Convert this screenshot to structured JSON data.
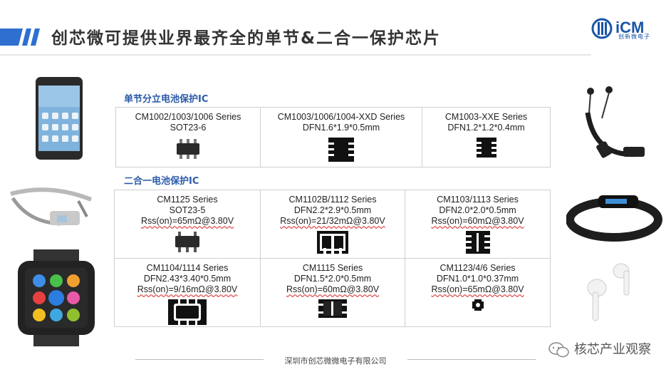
{
  "header": {
    "title": "创芯微可提供业界最齐全的单节&二合一保护芯片",
    "logo_text": "iCM",
    "logo_subtitle": "创新微电子"
  },
  "single_section": {
    "heading": "单节分立电池保护IC",
    "cells": [
      {
        "name": "CM1002/1003/1006 Series",
        "package": "SOT23-6",
        "chip": "sot23-6"
      },
      {
        "name": "CM1003/1006/1004-XXD Series",
        "package": "DFN1.6*1.9*0.5mm",
        "chip": "dfn-large"
      },
      {
        "name": "CM1003-XXE Series",
        "package": "DFN1.2*1.2*0.4mm",
        "chip": "dfn-small"
      }
    ]
  },
  "combo_section": {
    "heading": "二合一电池保护IC",
    "rows": [
      [
        {
          "name": "CM1125 Series",
          "package": "SOT23-5",
          "rss": "Rss(on)=65mΩ@3.80V",
          "chip": "sot23-5"
        },
        {
          "name": "CM1102B/1112 Series",
          "package": "DFN2.2*2.9*0.5mm",
          "rss": "Rss(on)=21/32mΩ@3.80V",
          "chip": "dfn-wide"
        },
        {
          "name": "CM1103/1113 Series",
          "package": "DFN2.0*2.0*0.5mm",
          "rss": "Rss(on)=60mΩ@3.80V",
          "chip": "dfn-square"
        }
      ],
      [
        {
          "name": "CM1104/1114 Series",
          "package": "DFN2.43*3.40*0.5mm",
          "rss": "Rss(on)=9/16mΩ@3.80V",
          "chip": "dfn-flat"
        },
        {
          "name": "CM1115 Series",
          "package": "DFN1.5*2.0*0.5mm",
          "rss": "Rss(on)=60mΩ@3.80V",
          "chip": "dfn-mid"
        },
        {
          "name": "CM1123/4/6 Series",
          "package": "DFN1.0*1.0*0.37mm",
          "rss": "Rss(on)=65mΩ@3.80V",
          "chip": "dfn-tiny"
        }
      ]
    ]
  },
  "footer": {
    "company": "深圳市创芯微微电子有限公司"
  },
  "watermark": {
    "text": "核芯产业观察"
  },
  "colors": {
    "accent": "#2b5aa8",
    "logo": "#1a55a8"
  }
}
